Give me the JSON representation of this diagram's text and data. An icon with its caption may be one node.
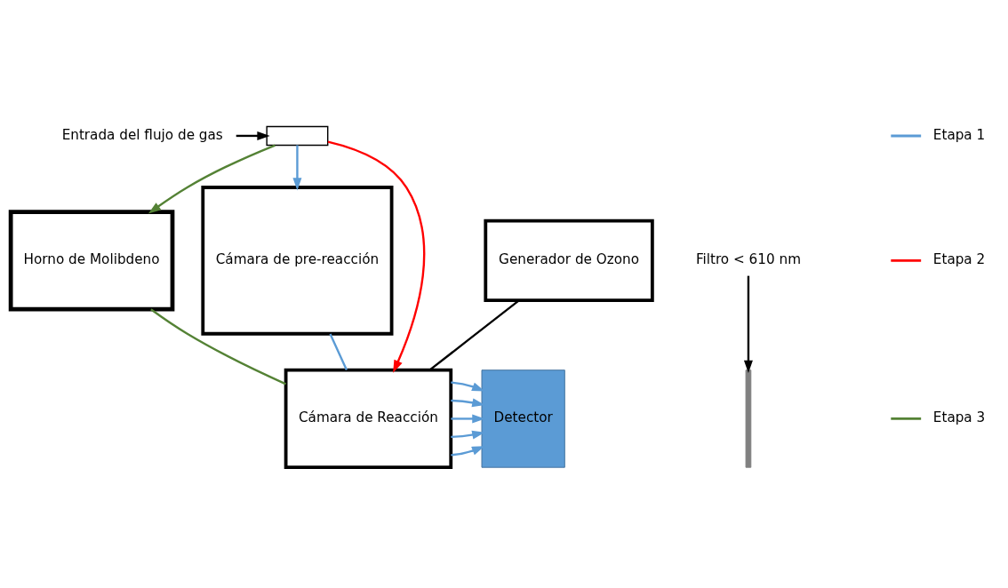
{
  "diagram": {
    "nodes": [
      {
        "text": [
          "Entrada del flujo de gas"
        ]
      },
      {
        "text": [],
        "shape": "box"
      },
      {
        "text": [
          "Horno de Molibdeno"
        ]
      },
      {
        "text": [
          "Cámara de pre-reacción"
        ]
      },
      {
        "text": [
          "Generador de Ozono"
        ]
      },
      {
        "text": [
          "Cámara de Reacción"
        ]
      },
      {
        "text": [
          "Detector"
        ]
      },
      {
        "text": [
          "Filtro < 610 nm"
        ]
      },
      {
        "text": [],
        "shape": "bar"
      }
    ],
    "edges": [
      {
        "from": 0,
        "to": 1,
        "arrow": "to",
        "color": "#000000"
      },
      {
        "from": 1,
        "to": 5,
        "arrow": "to",
        "color": "#ff0000"
      },
      {
        "from": 1,
        "to": 3,
        "arrow": "to",
        "color": "#5b9bd5"
      },
      {
        "from": 1,
        "to": 2,
        "arrow": "to",
        "color": "#548235"
      },
      {
        "from": 2,
        "to": 5,
        "arrow": "none",
        "color": "#548235"
      },
      {
        "from": 3,
        "to": 5,
        "arrow": "none",
        "color": "#5b9bd5"
      },
      {
        "from": 4,
        "to": 5,
        "arrow": "none",
        "color": "#000000"
      },
      {
        "from": 7,
        "to": 8,
        "arrow": "to",
        "color": "#000000"
      },
      {
        "from": 5,
        "to": 6,
        "arrow": "to",
        "color": "#5b9bd5"
      },
      {
        "from": 5,
        "to": 6,
        "arrow": "to",
        "color": "#5b9bd5"
      },
      {
        "from": 5,
        "to": 6,
        "arrow": "to",
        "color": "#5b9bd5"
      },
      {
        "from": 5,
        "to": 6,
        "arrow": "to",
        "color": "#5b9bd5"
      },
      {
        "from": 5,
        "to": 6,
        "arrow": "to",
        "color": "#5b9bd5"
      }
    ],
    "legend": [
      {
        "text": "Etapa 1"
      },
      {
        "text": "Etapa 2"
      },
      {
        "text": "Etapa 3"
      }
    ]
  }
}
